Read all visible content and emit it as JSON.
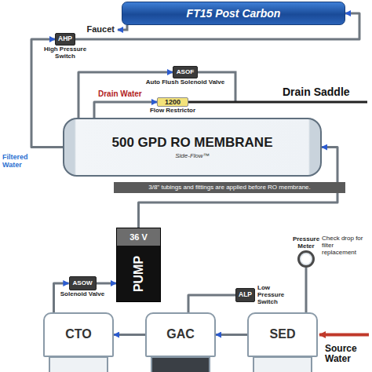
{
  "diagram": {
    "nodes": [
      {
        "text": [
          "FT15 Post Carbon"
        ]
      },
      {
        "text": [
          "AHP",
          "High Pressure Switch"
        ]
      },
      {
        "text": [
          "ASOF",
          "Auto Flush Solenoid Valve"
        ]
      },
      {
        "text": [
          "1200",
          "Flow Restrictor"
        ]
      },
      {
        "text": [
          "500 GPD RO MEMBRANE",
          "Side-Flow™"
        ]
      },
      {
        "text": [
          "3/8\" tubings and fittings are applied before RO membrane."
        ]
      },
      {
        "text": [
          "36 V",
          "PUMP"
        ]
      },
      {
        "text": [
          "Pressure Meter"
        ]
      },
      {
        "text": [
          "ASOW",
          "Solenoid Valve"
        ]
      },
      {
        "text": [
          "ALP",
          "Low Pressure Switch"
        ]
      },
      {
        "text": [
          "CTO"
        ]
      },
      {
        "text": [
          "GAC"
        ]
      },
      {
        "text": [
          "SED"
        ]
      }
    ],
    "edges": [
      {
        "from": 12,
        "to": 11,
        "arrow": "to"
      },
      {
        "from": 11,
        "to": 10,
        "arrow": "to"
      },
      {
        "from": 10,
        "to": 8,
        "arrow": "to"
      },
      {
        "from": 8,
        "to": 6,
        "arrow": "to"
      },
      {
        "from": 6,
        "to": 4,
        "arrow": "to"
      },
      {
        "from": 4,
        "to": 2,
        "arrow": "to"
      },
      {
        "from": 4,
        "to": 3,
        "arrow": "to"
      },
      {
        "from": 4,
        "to": 1,
        "arrow": "to"
      },
      {
        "from": 1,
        "to": 0,
        "arrow": "to"
      },
      {
        "from": 7,
        "to": 12,
        "arrow": "none"
      },
      {
        "from": 9,
        "to": 11,
        "arrow": "none"
      }
    ],
    "labels": [
      "Faucet",
      "Drain Water",
      "Drain Saddle",
      "Filtered Water",
      "Check drop for filter replacement",
      "Source Water"
    ]
  }
}
